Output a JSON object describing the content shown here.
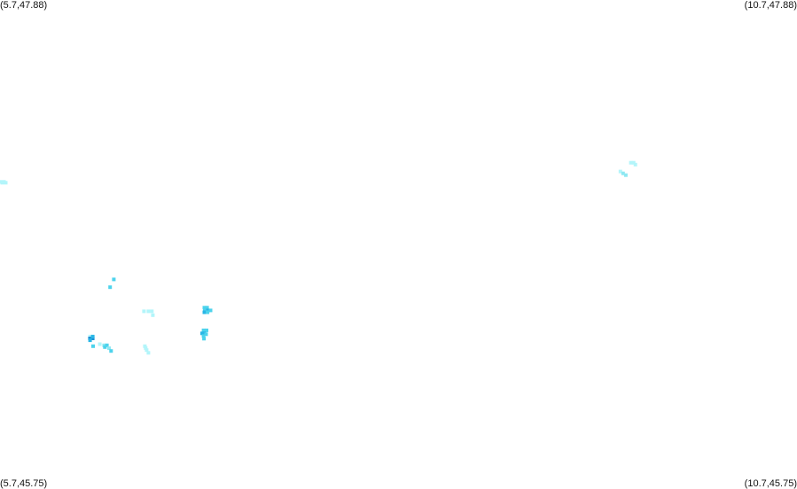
{
  "corners": {
    "top_left": "(5.7,47.88)",
    "top_right": "(10.7,47.88)",
    "bottom_left": "(5.7,45.75)",
    "bottom_right": "(10.7,45.75)"
  },
  "extent": {
    "lon_min": 5.7,
    "lon_max": 10.7,
    "lat_min": 45.75,
    "lat_max": 47.88
  },
  "colors": {
    "pale": "#b3f5fa",
    "light": "#8ee8f2",
    "medium": "#4dd3ec",
    "strong": "#29b6e6",
    "dark": "#1e8fd6"
  },
  "cells": [
    {
      "lon": 5.703,
      "lat": 47.088,
      "level": "pale"
    },
    {
      "lon": 5.714,
      "lat": 47.084,
      "level": "pale"
    },
    {
      "lon": 5.725,
      "lat": 47.088,
      "level": "pale"
    },
    {
      "lon": 5.736,
      "lat": 47.084,
      "level": "pale"
    },
    {
      "lon": 6.414,
      "lat": 46.663,
      "level": "medium"
    },
    {
      "lon": 6.391,
      "lat": 46.629,
      "level": "medium"
    },
    {
      "lon": 6.284,
      "lat": 46.372,
      "level": "medium"
    },
    {
      "lon": 6.265,
      "lat": 46.414,
      "level": "pale"
    },
    {
      "lon": 6.264,
      "lat": 46.406,
      "level": "dark"
    },
    {
      "lon": 6.282,
      "lat": 46.406,
      "level": "dark"
    },
    {
      "lon": 6.265,
      "lat": 46.398,
      "level": "strong"
    },
    {
      "lon": 6.282,
      "lat": 46.414,
      "level": "strong"
    },
    {
      "lon": 6.326,
      "lat": 46.381,
      "level": "pale"
    },
    {
      "lon": 6.353,
      "lat": 46.376,
      "level": "light"
    },
    {
      "lon": 6.371,
      "lat": 46.376,
      "level": "medium"
    },
    {
      "lon": 6.358,
      "lat": 46.368,
      "level": "medium"
    },
    {
      "lon": 6.384,
      "lat": 46.363,
      "level": "light"
    },
    {
      "lon": 6.397,
      "lat": 46.351,
      "level": "medium"
    },
    {
      "lon": 6.603,
      "lat": 46.524,
      "level": "pale"
    },
    {
      "lon": 6.631,
      "lat": 46.524,
      "level": "pale"
    },
    {
      "lon": 6.653,
      "lat": 46.524,
      "level": "pale"
    },
    {
      "lon": 6.659,
      "lat": 46.507,
      "level": "pale"
    },
    {
      "lon": 6.609,
      "lat": 46.372,
      "level": "pale"
    },
    {
      "lon": 6.614,
      "lat": 46.364,
      "level": "pale"
    },
    {
      "lon": 6.62,
      "lat": 46.355,
      "level": "pale"
    },
    {
      "lon": 6.631,
      "lat": 46.343,
      "level": "pale"
    },
    {
      "lon": 6.982,
      "lat": 46.54,
      "level": "medium"
    },
    {
      "lon": 6.999,
      "lat": 46.54,
      "level": "medium"
    },
    {
      "lon": 6.985,
      "lat": 46.528,
      "level": "medium"
    },
    {
      "lon": 7.004,
      "lat": 46.528,
      "level": "strong"
    },
    {
      "lon": 7.021,
      "lat": 46.528,
      "level": "medium"
    },
    {
      "lon": 6.982,
      "lat": 46.52,
      "level": "strong"
    },
    {
      "lon": 7.002,
      "lat": 46.52,
      "level": "medium"
    },
    {
      "lon": 6.977,
      "lat": 46.441,
      "level": "medium"
    },
    {
      "lon": 6.996,
      "lat": 46.441,
      "level": "medium"
    },
    {
      "lon": 6.968,
      "lat": 46.428,
      "level": "strong"
    },
    {
      "lon": 6.982,
      "lat": 46.428,
      "level": "strong"
    },
    {
      "lon": 6.977,
      "lat": 46.416,
      "level": "medium"
    },
    {
      "lon": 6.993,
      "lat": 46.424,
      "level": "medium"
    },
    {
      "lon": 6.98,
      "lat": 46.405,
      "level": "medium"
    },
    {
      "lon": 9.658,
      "lat": 47.171,
      "level": "pale"
    },
    {
      "lon": 9.675,
      "lat": 47.171,
      "level": "pale"
    },
    {
      "lon": 9.686,
      "lat": 47.163,
      "level": "pale"
    },
    {
      "lon": 9.592,
      "lat": 47.133,
      "level": "pale"
    },
    {
      "lon": 9.609,
      "lat": 47.125,
      "level": "light"
    },
    {
      "lon": 9.626,
      "lat": 47.117,
      "level": "light"
    }
  ]
}
